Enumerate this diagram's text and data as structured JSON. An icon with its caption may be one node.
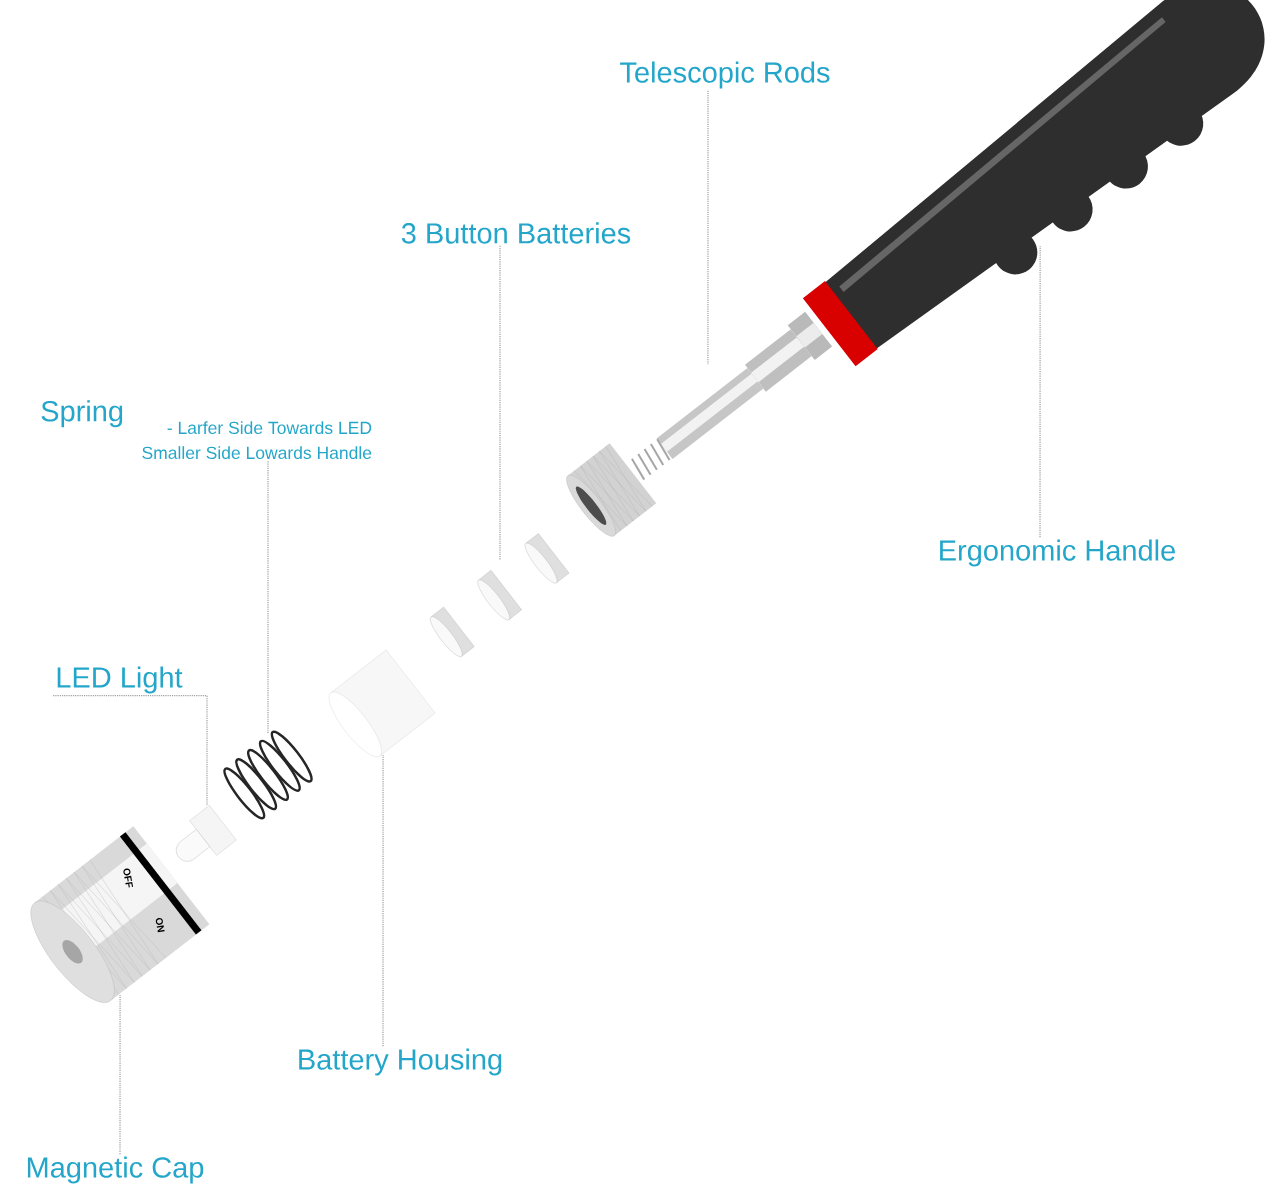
{
  "diagram": {
    "nodes": [
      {
        "text": [
          "Telescopic Rods"
        ]
      },
      {
        "text": [
          "3 Button Batteries"
        ]
      },
      {
        "text": [
          "Spring",
          "- Larfer Side Towards LED Smaller Side Lowards Handle"
        ]
      },
      {
        "text": [
          "Ergonomic Handle"
        ]
      },
      {
        "text": [
          "LED Light"
        ]
      },
      {
        "text": [
          "Battery Housing"
        ]
      },
      {
        "text": [
          "Magnetic Cap"
        ]
      },
      {
        "text": [],
        "shape": "picture"
      },
      {
        "text": [],
        "shape": "picture"
      },
      {
        "text": [],
        "shape": "picture"
      },
      {
        "text": [],
        "shape": "picture"
      },
      {
        "text": [],
        "shape": "picture"
      },
      {
        "text": [],
        "shape": "picture"
      },
      {
        "text": [],
        "shape": "picture"
      }
    ],
    "edges": [
      {
        "from": 0,
        "to": 8,
        "arrow": "none"
      },
      {
        "from": 1,
        "to": 9,
        "arrow": "none"
      },
      {
        "from": 2,
        "to": 10,
        "arrow": "none"
      },
      {
        "from": 3,
        "to": 7,
        "arrow": "none"
      },
      {
        "from": 4,
        "to": 12,
        "arrow": "none"
      },
      {
        "from": 5,
        "to": 11,
        "arrow": "none"
      },
      {
        "from": 6,
        "to": 13,
        "arrow": "none"
      }
    ],
    "labels": [
      "OFF",
      "ON"
    ]
  }
}
